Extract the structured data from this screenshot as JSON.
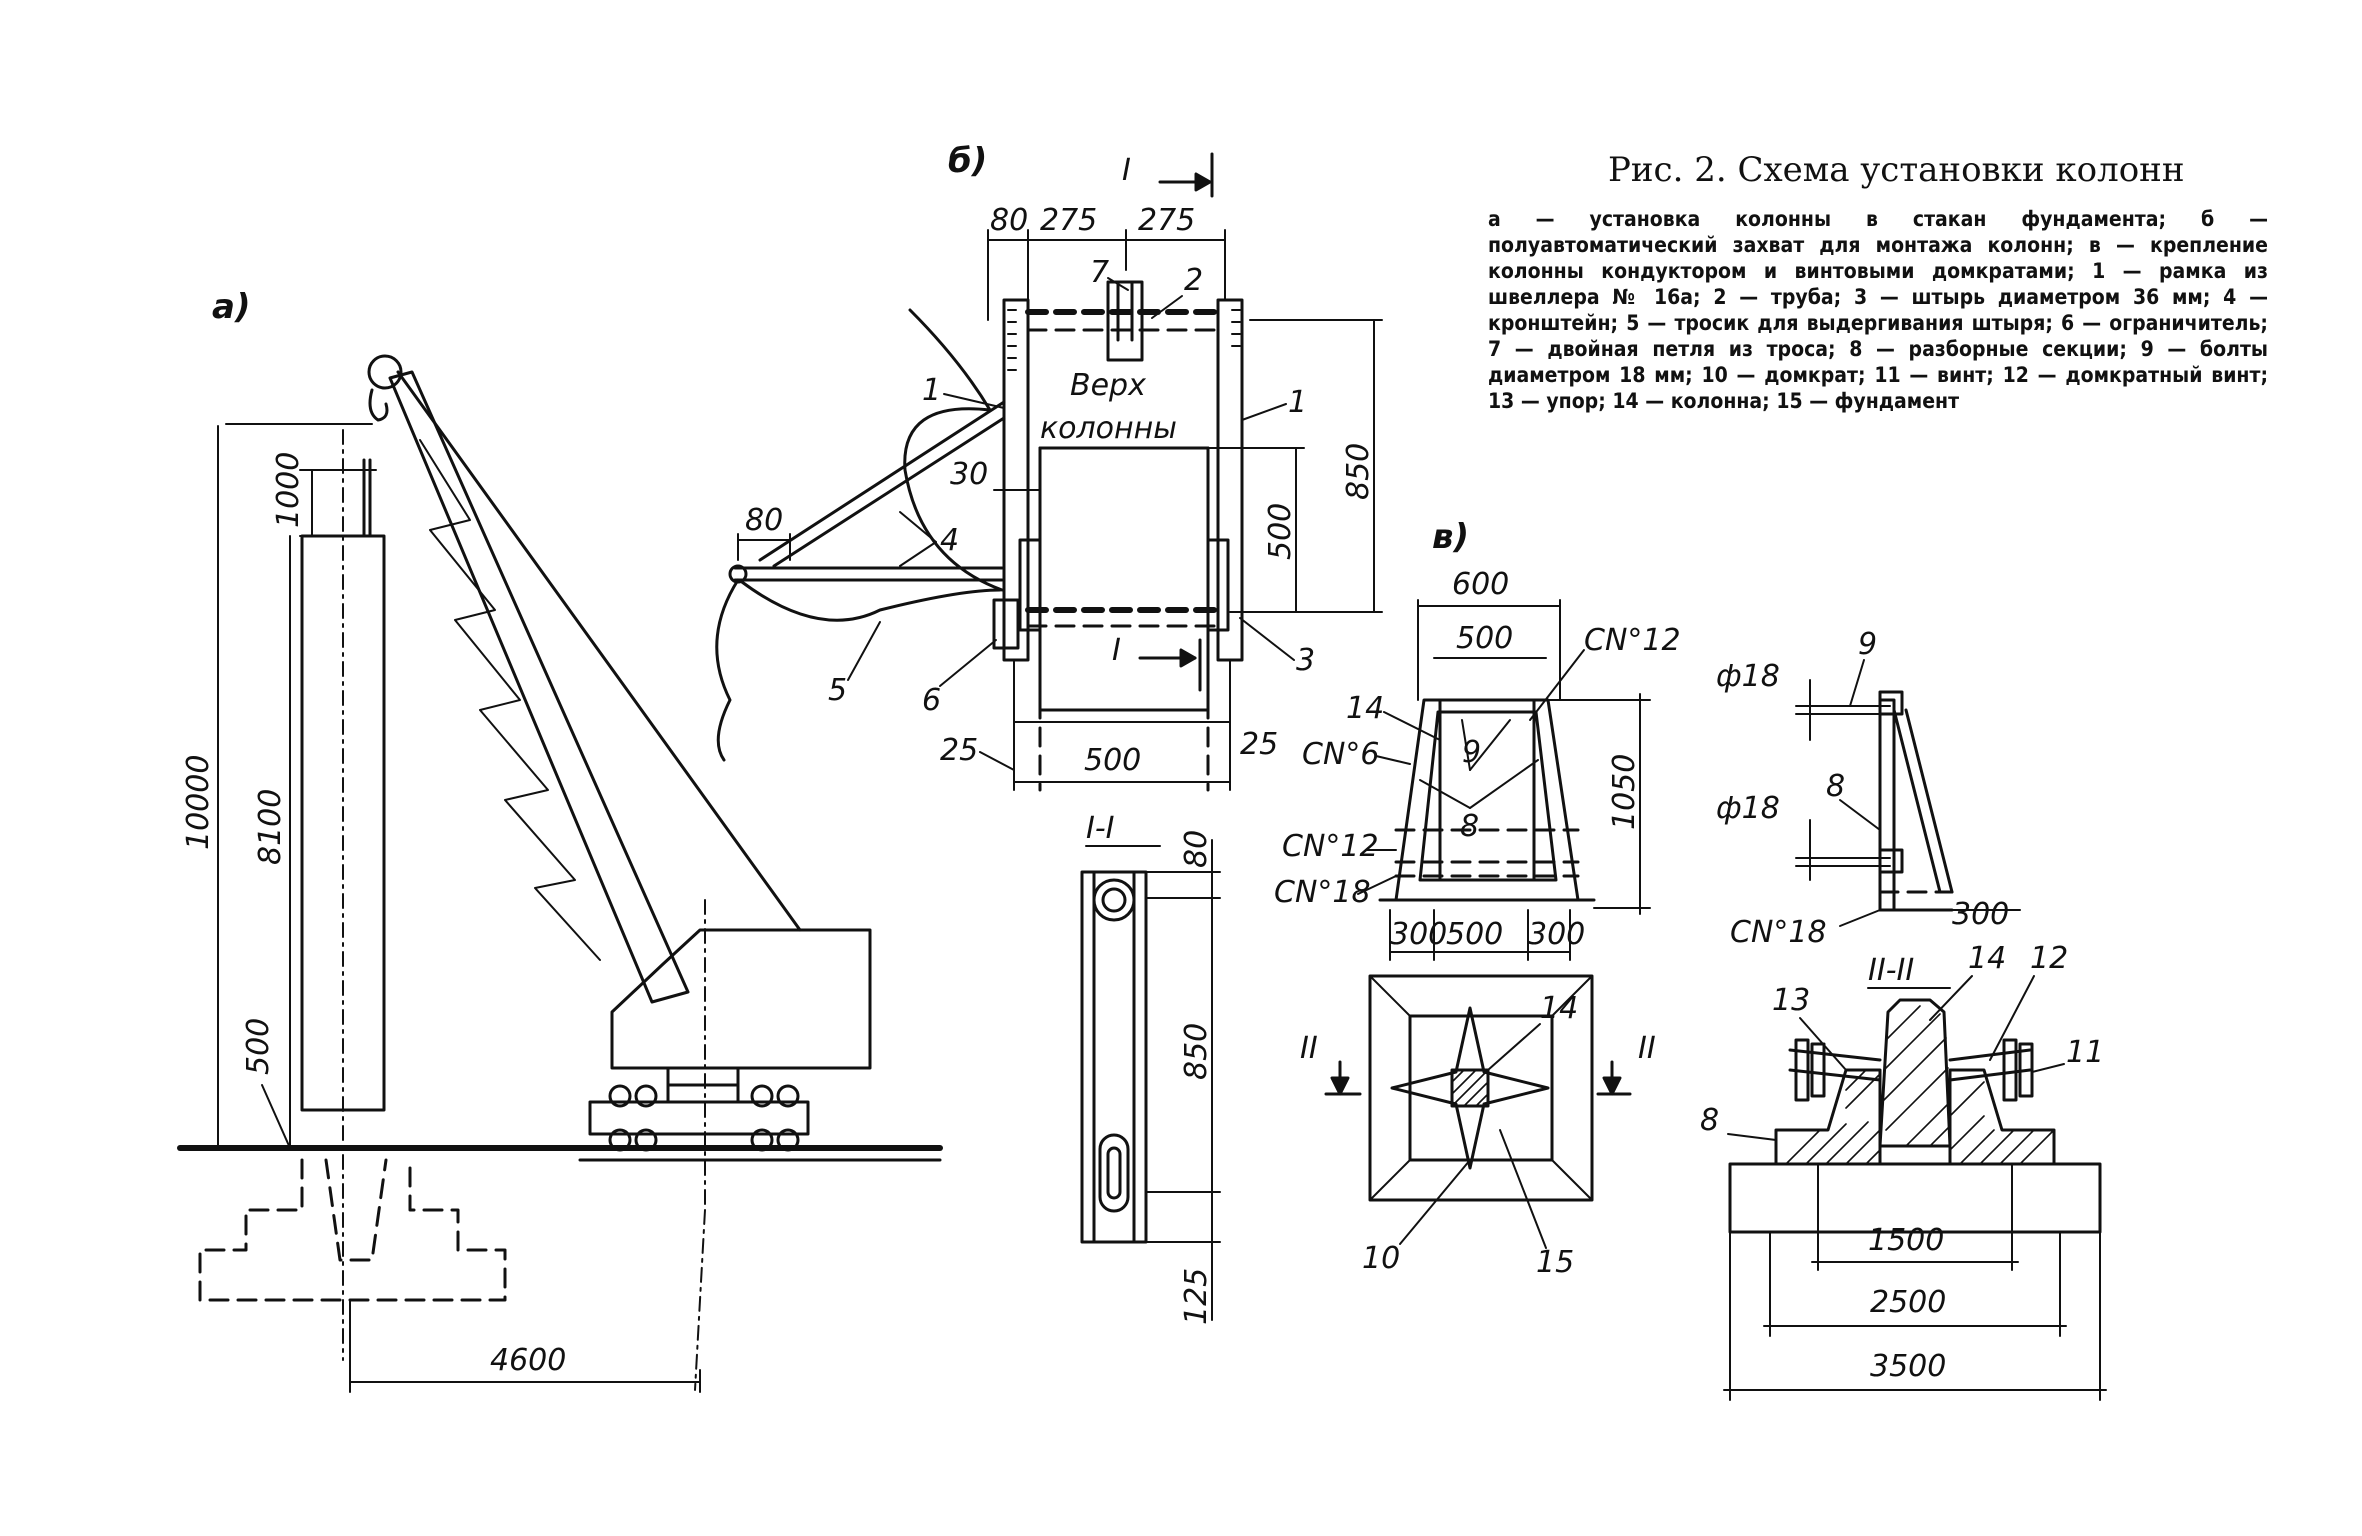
{
  "caption": {
    "title": "Рис. 2. Схема установки колонн",
    "legend": [
      "а — установка колонны в стакан фундамента;",
      "б — полуавтоматический захват для монтажа колонн;",
      "в — крепление колонны кондуктором и винтовыми домкратами;",
      "1 — рамка из швеллера № 16а;",
      "2 — труба;",
      "3 — штырь диаметром 36 мм;",
      "4 — кронштейн;",
      "5 — тросик для выдергивания штыря;",
      "6 — ограничитель;",
      "7 — двойная петля из троса;",
      "8 — разборные секции;",
      "9 — болты диаметром 18 мм;",
      "10 — домкрат;",
      "11 — винт;",
      "12 — домкратный винт;",
      "13 — упор;",
      "14 — колонна;",
      "15 — фундамент"
    ]
  },
  "views": {
    "a": {
      "letter": "а)",
      "dims": [
        "10000",
        "1000",
        "8100",
        "500",
        "4600"
      ]
    },
    "b": {
      "letter": "б)",
      "section_mark": "I",
      "top_column_label_1": "Верх",
      "top_column_label_2": "колонны",
      "dims": [
        "80",
        "275",
        "275",
        "850",
        "500",
        "30",
        "80",
        "25",
        "500",
        "25"
      ],
      "callouts": [
        "7",
        "2",
        "1",
        "1",
        "4",
        "5",
        "6",
        "3"
      ]
    },
    "section_I": {
      "title": "I-I",
      "dims": [
        "80",
        "850",
        "125"
      ]
    },
    "c": {
      "letter": "в)",
      "dims": [
        "600",
        "500",
        "1050",
        "300",
        "500",
        "300"
      ],
      "channels": [
        "СN°12",
        "СN°6",
        "СN°12",
        "СN°18"
      ],
      "callouts": [
        "14",
        "9",
        "8"
      ]
    },
    "plan": {
      "section_mark": "II",
      "callouts": [
        "14",
        "10",
        "15"
      ]
    },
    "side_detail": {
      "dims": [
        "ф18",
        "ф18",
        "300"
      ],
      "channel": "СN°18",
      "callouts": [
        "9",
        "8"
      ]
    },
    "section_II": {
      "title": "II-II",
      "dims": [
        "1500",
        "2500",
        "3500"
      ],
      "callouts": [
        "14",
        "12",
        "13",
        "11",
        "8"
      ]
    }
  }
}
